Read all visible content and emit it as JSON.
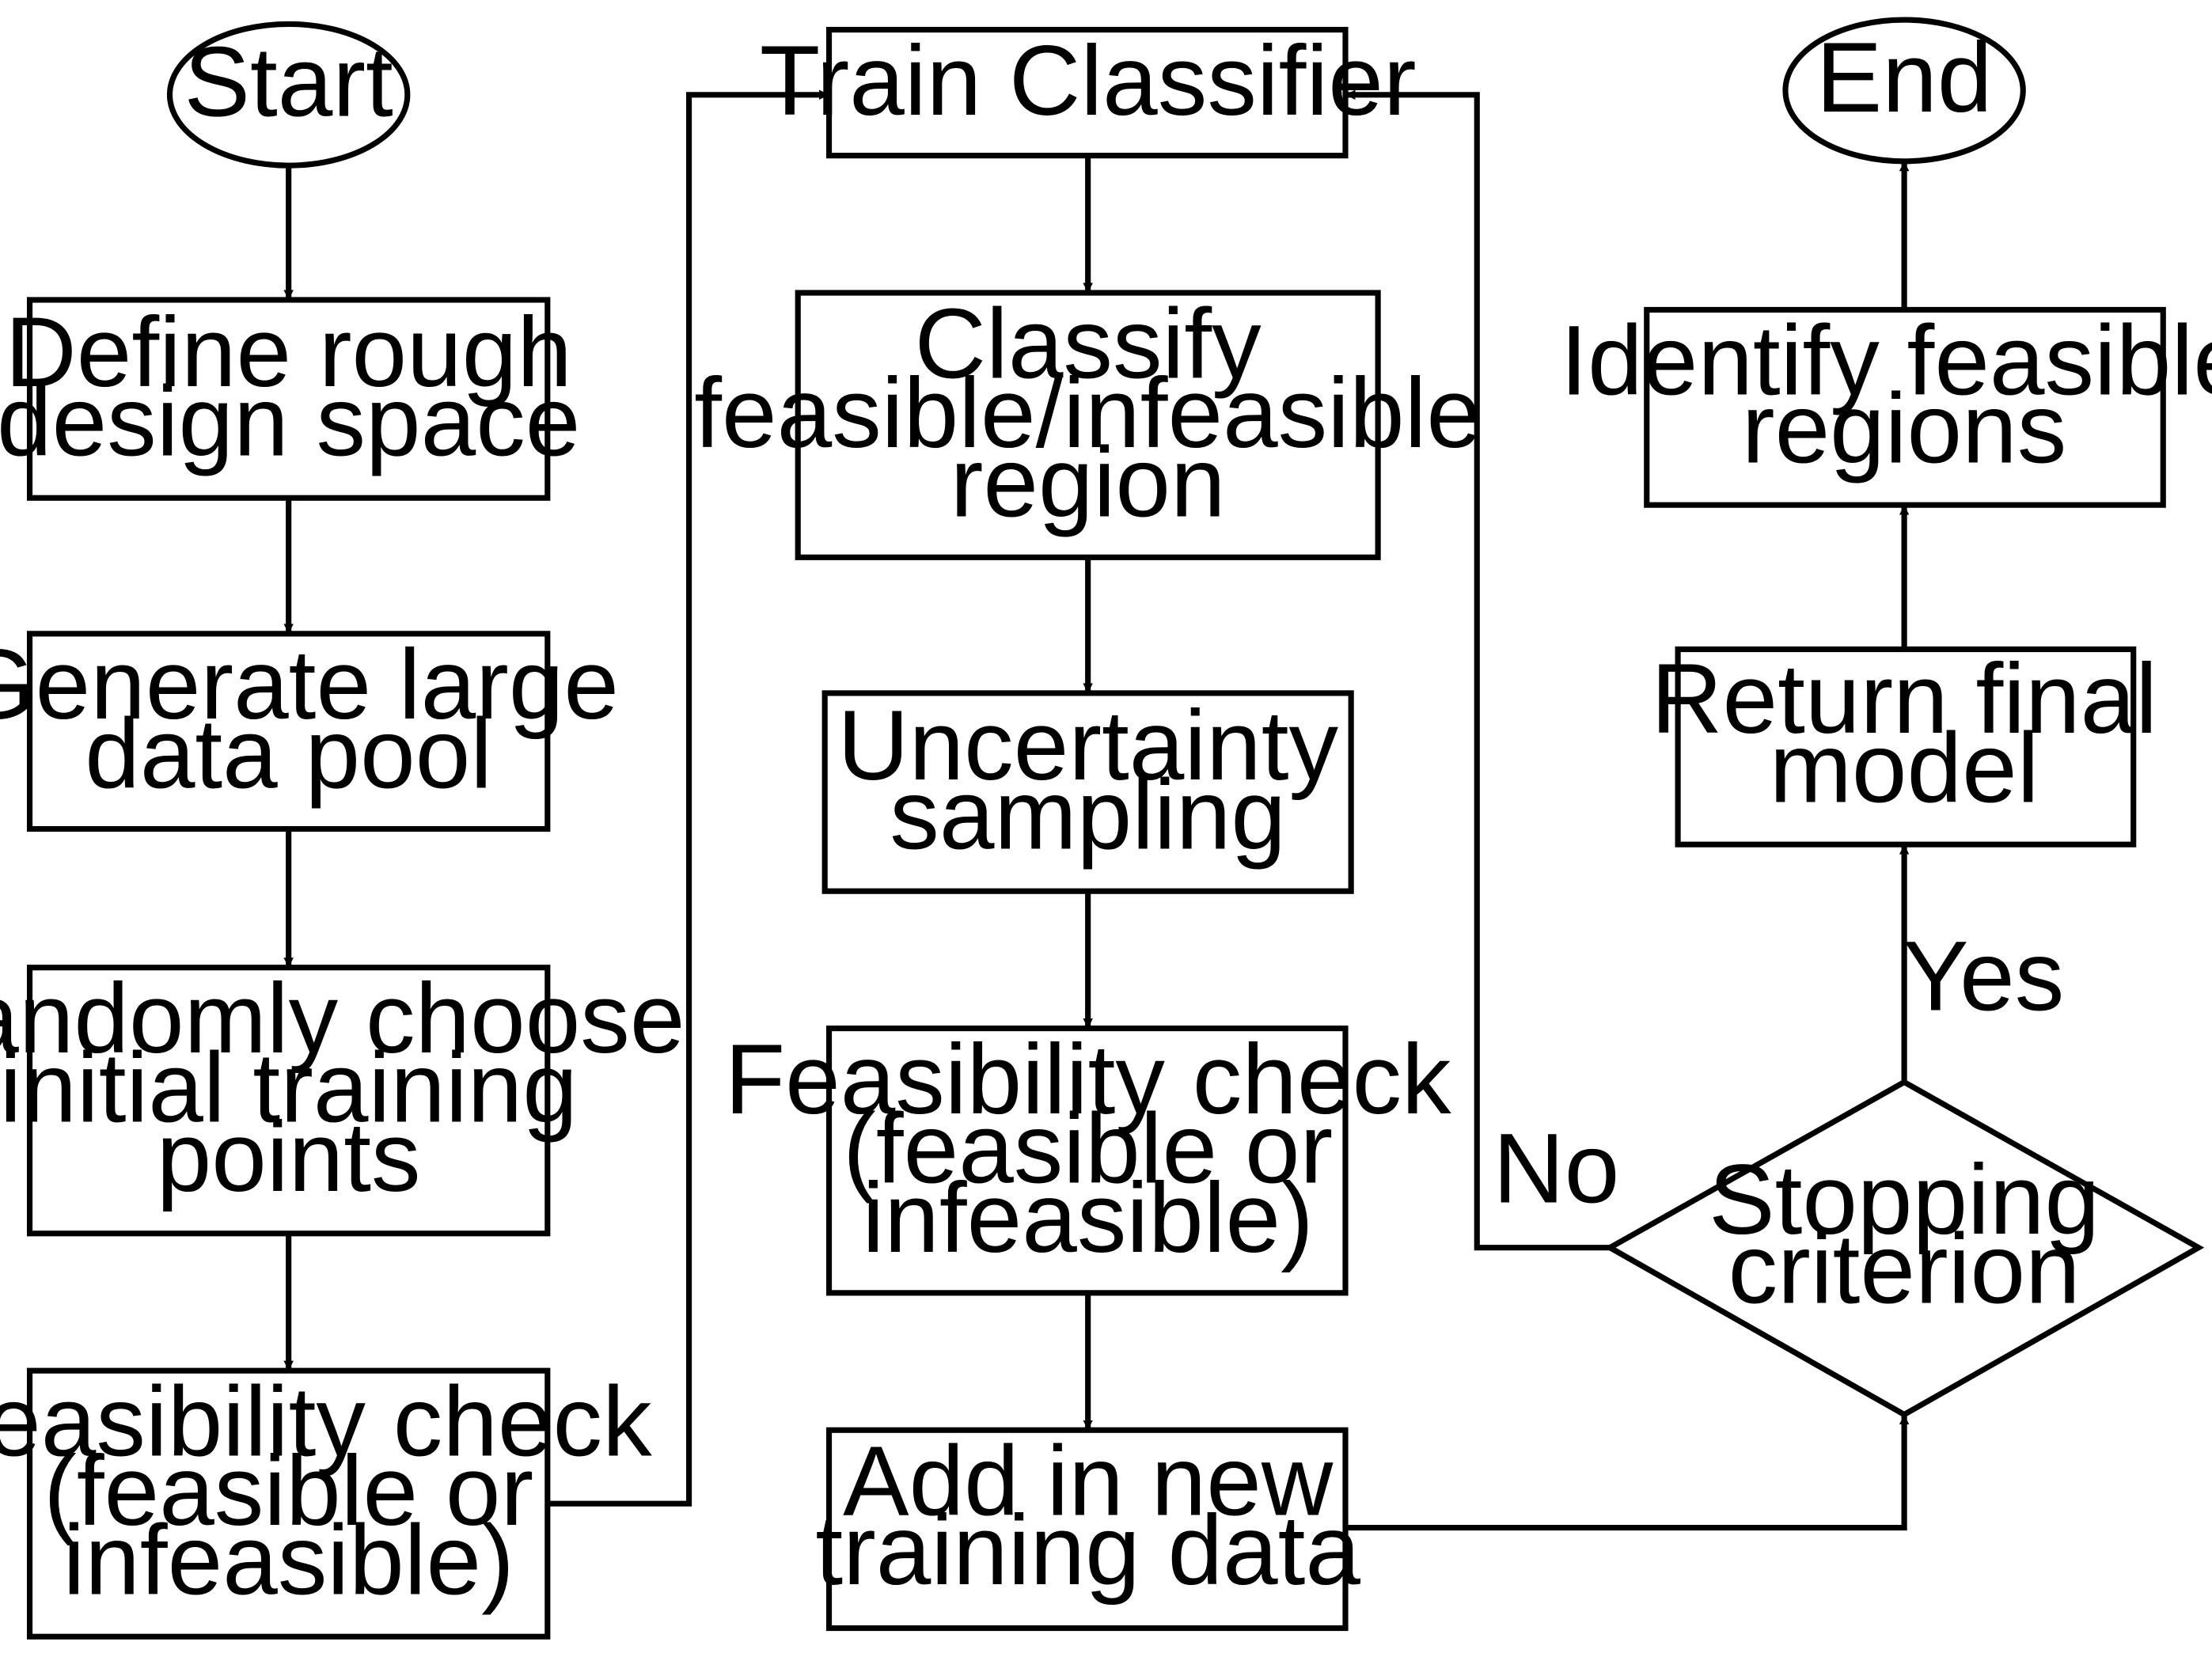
{
  "nodes": {
    "start": {
      "text": "Start"
    },
    "define_space": {
      "line1": "Define rough",
      "line2": "design space"
    },
    "generate_pool": {
      "line1": "Generate large",
      "line2": "data pool"
    },
    "random_choose": {
      "line1": "Randomly choose",
      "line2": "initial training",
      "line3": "points"
    },
    "feasibility_check_1": {
      "line1": "Feasibility check",
      "line2": "(feasible or",
      "line3": "infeasible)"
    },
    "train_classifier": {
      "text": "Train Classifier"
    },
    "classify_region": {
      "line1": "Classify",
      "line2": "feasible/infeasible",
      "line3": "region"
    },
    "uncertainty_sampling": {
      "line1": "Uncertainty",
      "line2": "sampling"
    },
    "feasibility_check_2": {
      "line1": "Feasibility check",
      "line2": "(feasible or",
      "line3": "infeasible)"
    },
    "add_training_data": {
      "line1": "Add in new",
      "line2": "training data"
    },
    "stopping_criterion": {
      "line1": "Stopping",
      "line2": "criterion"
    },
    "return_model": {
      "line1": "Return final",
      "line2": "model"
    },
    "identify_regions": {
      "line1": "Identify feasible",
      "line2": "regions"
    },
    "end": {
      "text": "End"
    }
  },
  "edges": {
    "no_label": "No",
    "yes_label": "Yes"
  },
  "colors": {
    "stroke": "#000000",
    "fill": "#ffffff",
    "text": "#000000"
  }
}
